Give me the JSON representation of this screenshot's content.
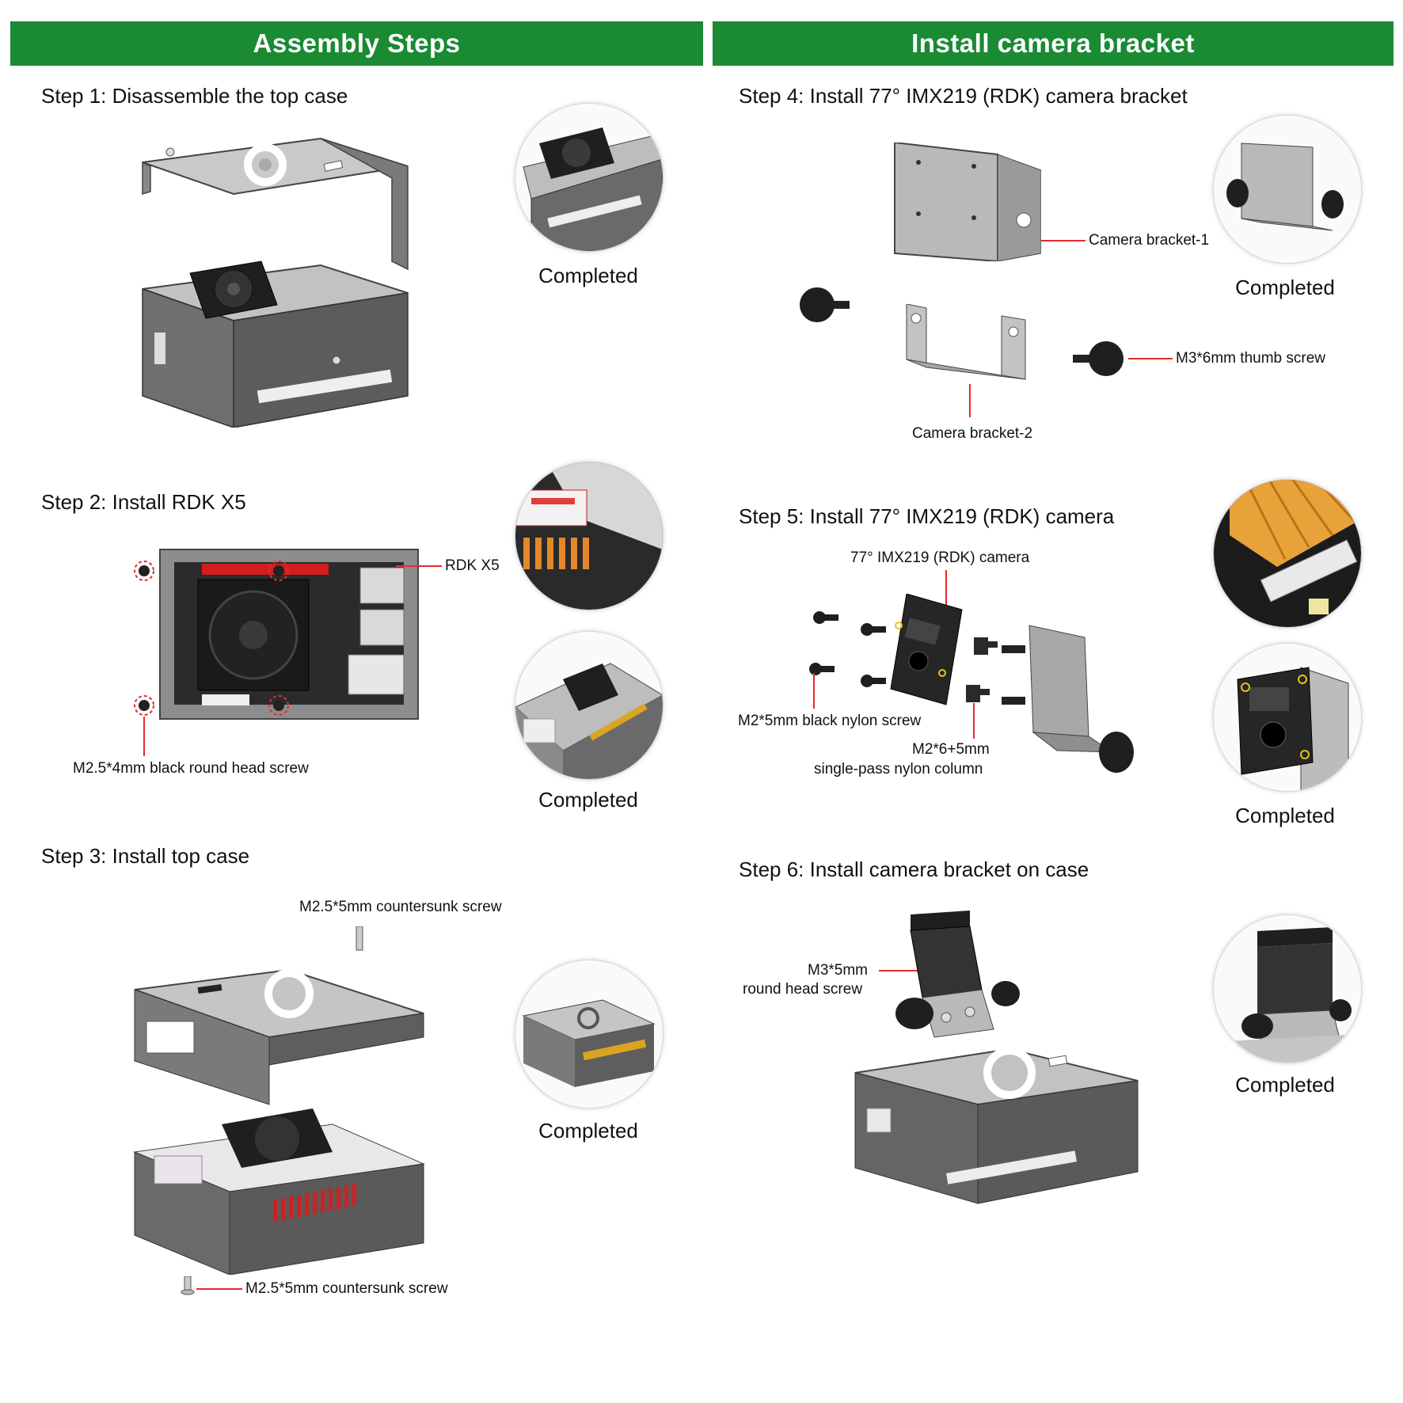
{
  "banners": {
    "left": "Assembly Steps",
    "right": "Install camera bracket"
  },
  "steps": {
    "s1": {
      "title": "Step 1: Disassemble the top case",
      "completed": "Completed"
    },
    "s2": {
      "title": "Step 2: Install RDK X5",
      "completed": "Completed",
      "label_board": "RDK X5",
      "label_screw": "M2.5*4mm black round head screw"
    },
    "s3": {
      "title": "Step 3: Install top case",
      "completed": "Completed",
      "label_top_screw": "M2.5*5mm countersunk screw",
      "label_bottom_screw": "M2.5*5mm countersunk screw"
    },
    "s4": {
      "title": "Step 4: Install 77° IMX219 (RDK) camera bracket",
      "completed": "Completed",
      "label_bracket1": "Camera bracket-1",
      "label_bracket2": "Camera bracket-2",
      "label_thumb": "M3*6mm thumb screw"
    },
    "s5": {
      "title": "Step 5: Install 77° IMX219 (RDK) camera",
      "completed": "Completed",
      "label_camera": "77° IMX219 (RDK) camera",
      "label_nylon_screw": "M2*5mm black nylon screw",
      "label_column_1": "M2*6+5mm",
      "label_column_2": "single-pass nylon column"
    },
    "s6": {
      "title": "Step 6: Install camera bracket on case",
      "completed": "Completed",
      "label_screw_1": "M3*5mm",
      "label_screw_2": "round head screw"
    }
  },
  "colors": {
    "banner": "#1a8a33",
    "leader": "#e52b2b",
    "case_gray": "#8d8d8d",
    "case_light": "#c9c9c9",
    "fan_black": "#1f1f1f"
  },
  "icons": [
    "case-top-icon",
    "case-bottom-icon",
    "fan-icon",
    "board-icon",
    "screw-icon",
    "bracket-icon",
    "camera-icon",
    "thumb-screw-icon"
  ]
}
